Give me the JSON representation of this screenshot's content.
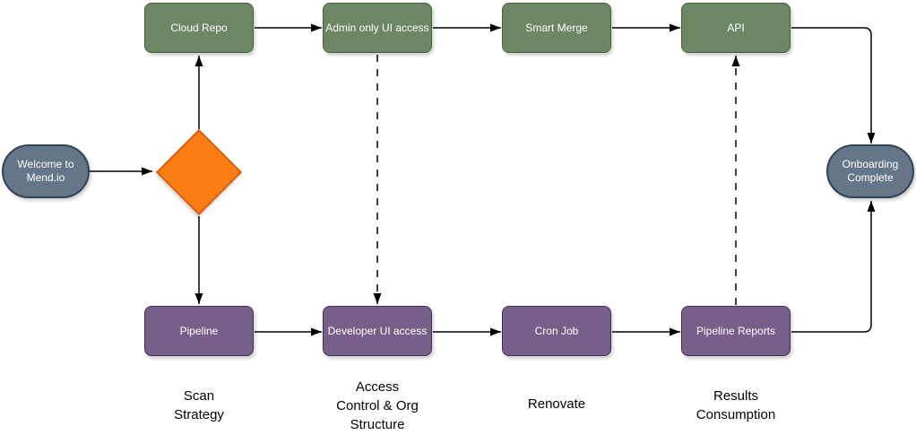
{
  "diagram": {
    "kind": "flowchart",
    "background": "#ffffff",
    "colors": {
      "repo_step_fill": "#6D8764",
      "repo_step_stroke": "#45603a",
      "pipeline_step_fill": "#76608A",
      "pipeline_step_stroke": "#432D57",
      "terminator_fill": "#647687",
      "terminator_stroke": "#314354",
      "decision_fill": "#FA7D16",
      "decision_stroke": "#D9620F",
      "connector": "#000000",
      "text_on_node": "#ffffff",
      "stage_label_text": "#000000"
    },
    "nodes": {
      "welcome": {
        "label": "Welcome to\nMend.io"
      },
      "cloud_repo": {
        "label": "Cloud Repo"
      },
      "admin_ui_access": {
        "label": "Admin only UI access"
      },
      "smart_merge": {
        "label": "Smart Merge"
      },
      "api": {
        "label": "API"
      },
      "pipeline": {
        "label": "Pipeline"
      },
      "developer_ui_access": {
        "label": "Developer UI access"
      },
      "cron_job": {
        "label": "Cron Job"
      },
      "pipeline_reports": {
        "label": "Pipeline Reports"
      },
      "onboarding_complete": {
        "label": "Onboarding\nComplete"
      },
      "decision_diamond": {
        "label": ""
      }
    },
    "stage_labels": {
      "scan_strategy": "Scan\nStrategy",
      "access_control": "Access\nControl & Org\nStructure",
      "renovate": "Renovate",
      "results_consumption": "Results\nConsumption"
    }
  }
}
